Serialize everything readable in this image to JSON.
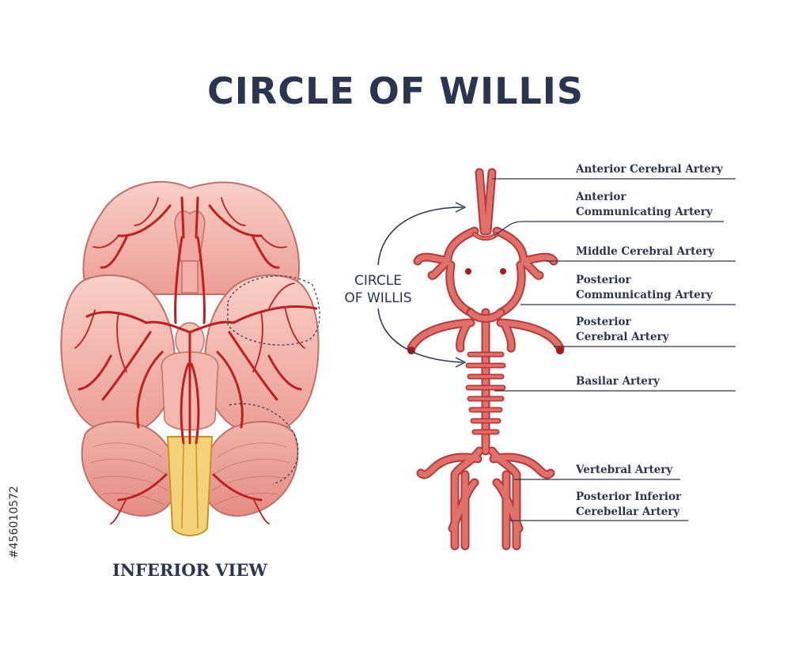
{
  "title": "CIRCLE OF WILLIS",
  "brain_view_label": "INFERIOR VIEW",
  "circle_label_line1": "CIRCLE",
  "circle_label_line2": "OF WILLIS",
  "labels": [
    {
      "id": "aca",
      "lines": [
        "Anterior Cerebral Artery"
      ]
    },
    {
      "id": "acom",
      "lines": [
        "Anterior",
        "Communicating Artery"
      ]
    },
    {
      "id": "mca",
      "lines": [
        "Middle Cerebral Artery"
      ]
    },
    {
      "id": "pcom",
      "lines": [
        "Posterior",
        "Communicating Artery"
      ]
    },
    {
      "id": "pca",
      "lines": [
        "Posterior",
        "Cerebral Artery"
      ]
    },
    {
      "id": "basilar",
      "lines": [
        "Basilar Artery"
      ]
    },
    {
      "id": "vertebral",
      "lines": [
        "Vertebral Artery"
      ]
    },
    {
      "id": "pica",
      "lines": [
        "Posterior Inferior",
        "Cerebellar Artery"
      ]
    }
  ],
  "stock_id": "#456010572",
  "colors": {
    "text": "#2c3550",
    "artery_fill": "#e0706a",
    "artery_stroke": "#b8393a",
    "brain_fill": "#f5c0b8",
    "brain_stroke": "#c26f6a",
    "vessel": "#c01f1f",
    "spinal": "#f5d27a"
  }
}
